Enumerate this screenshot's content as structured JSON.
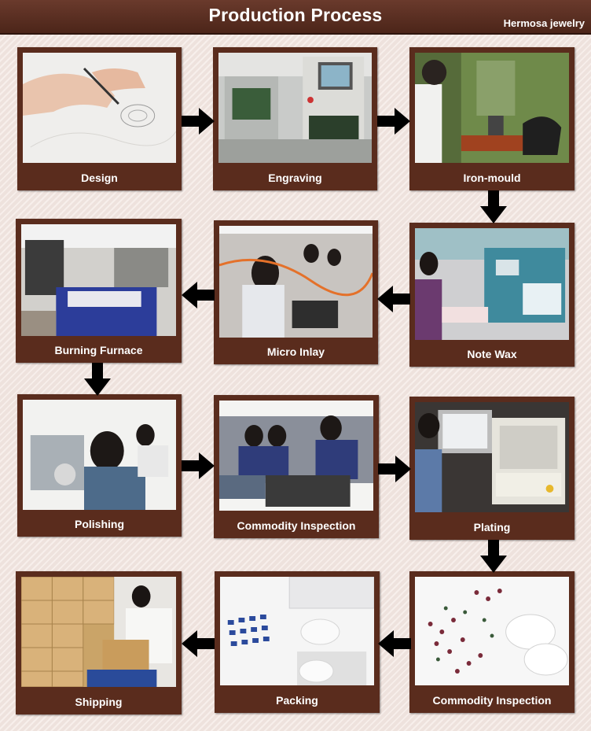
{
  "header": {
    "title": "Production Process",
    "brand": "Hermosa jewelry"
  },
  "steps": [
    {
      "label": "Design"
    },
    {
      "label": "Engraving"
    },
    {
      "label": "Iron-mould"
    },
    {
      "label": "Note Wax"
    },
    {
      "label": "Micro Inlay"
    },
    {
      "label": "Burning Furnace"
    },
    {
      "label": "Polishing"
    },
    {
      "label": "Commodity Inspection"
    },
    {
      "label": "Plating"
    },
    {
      "label": "Commodity Inspection"
    },
    {
      "label": "Packing"
    },
    {
      "label": "Shipping"
    }
  ],
  "colors": {
    "header": "#5a2f22",
    "card": "#5a2c1d",
    "arrow": "#000000",
    "background": "#f3e6e1"
  }
}
